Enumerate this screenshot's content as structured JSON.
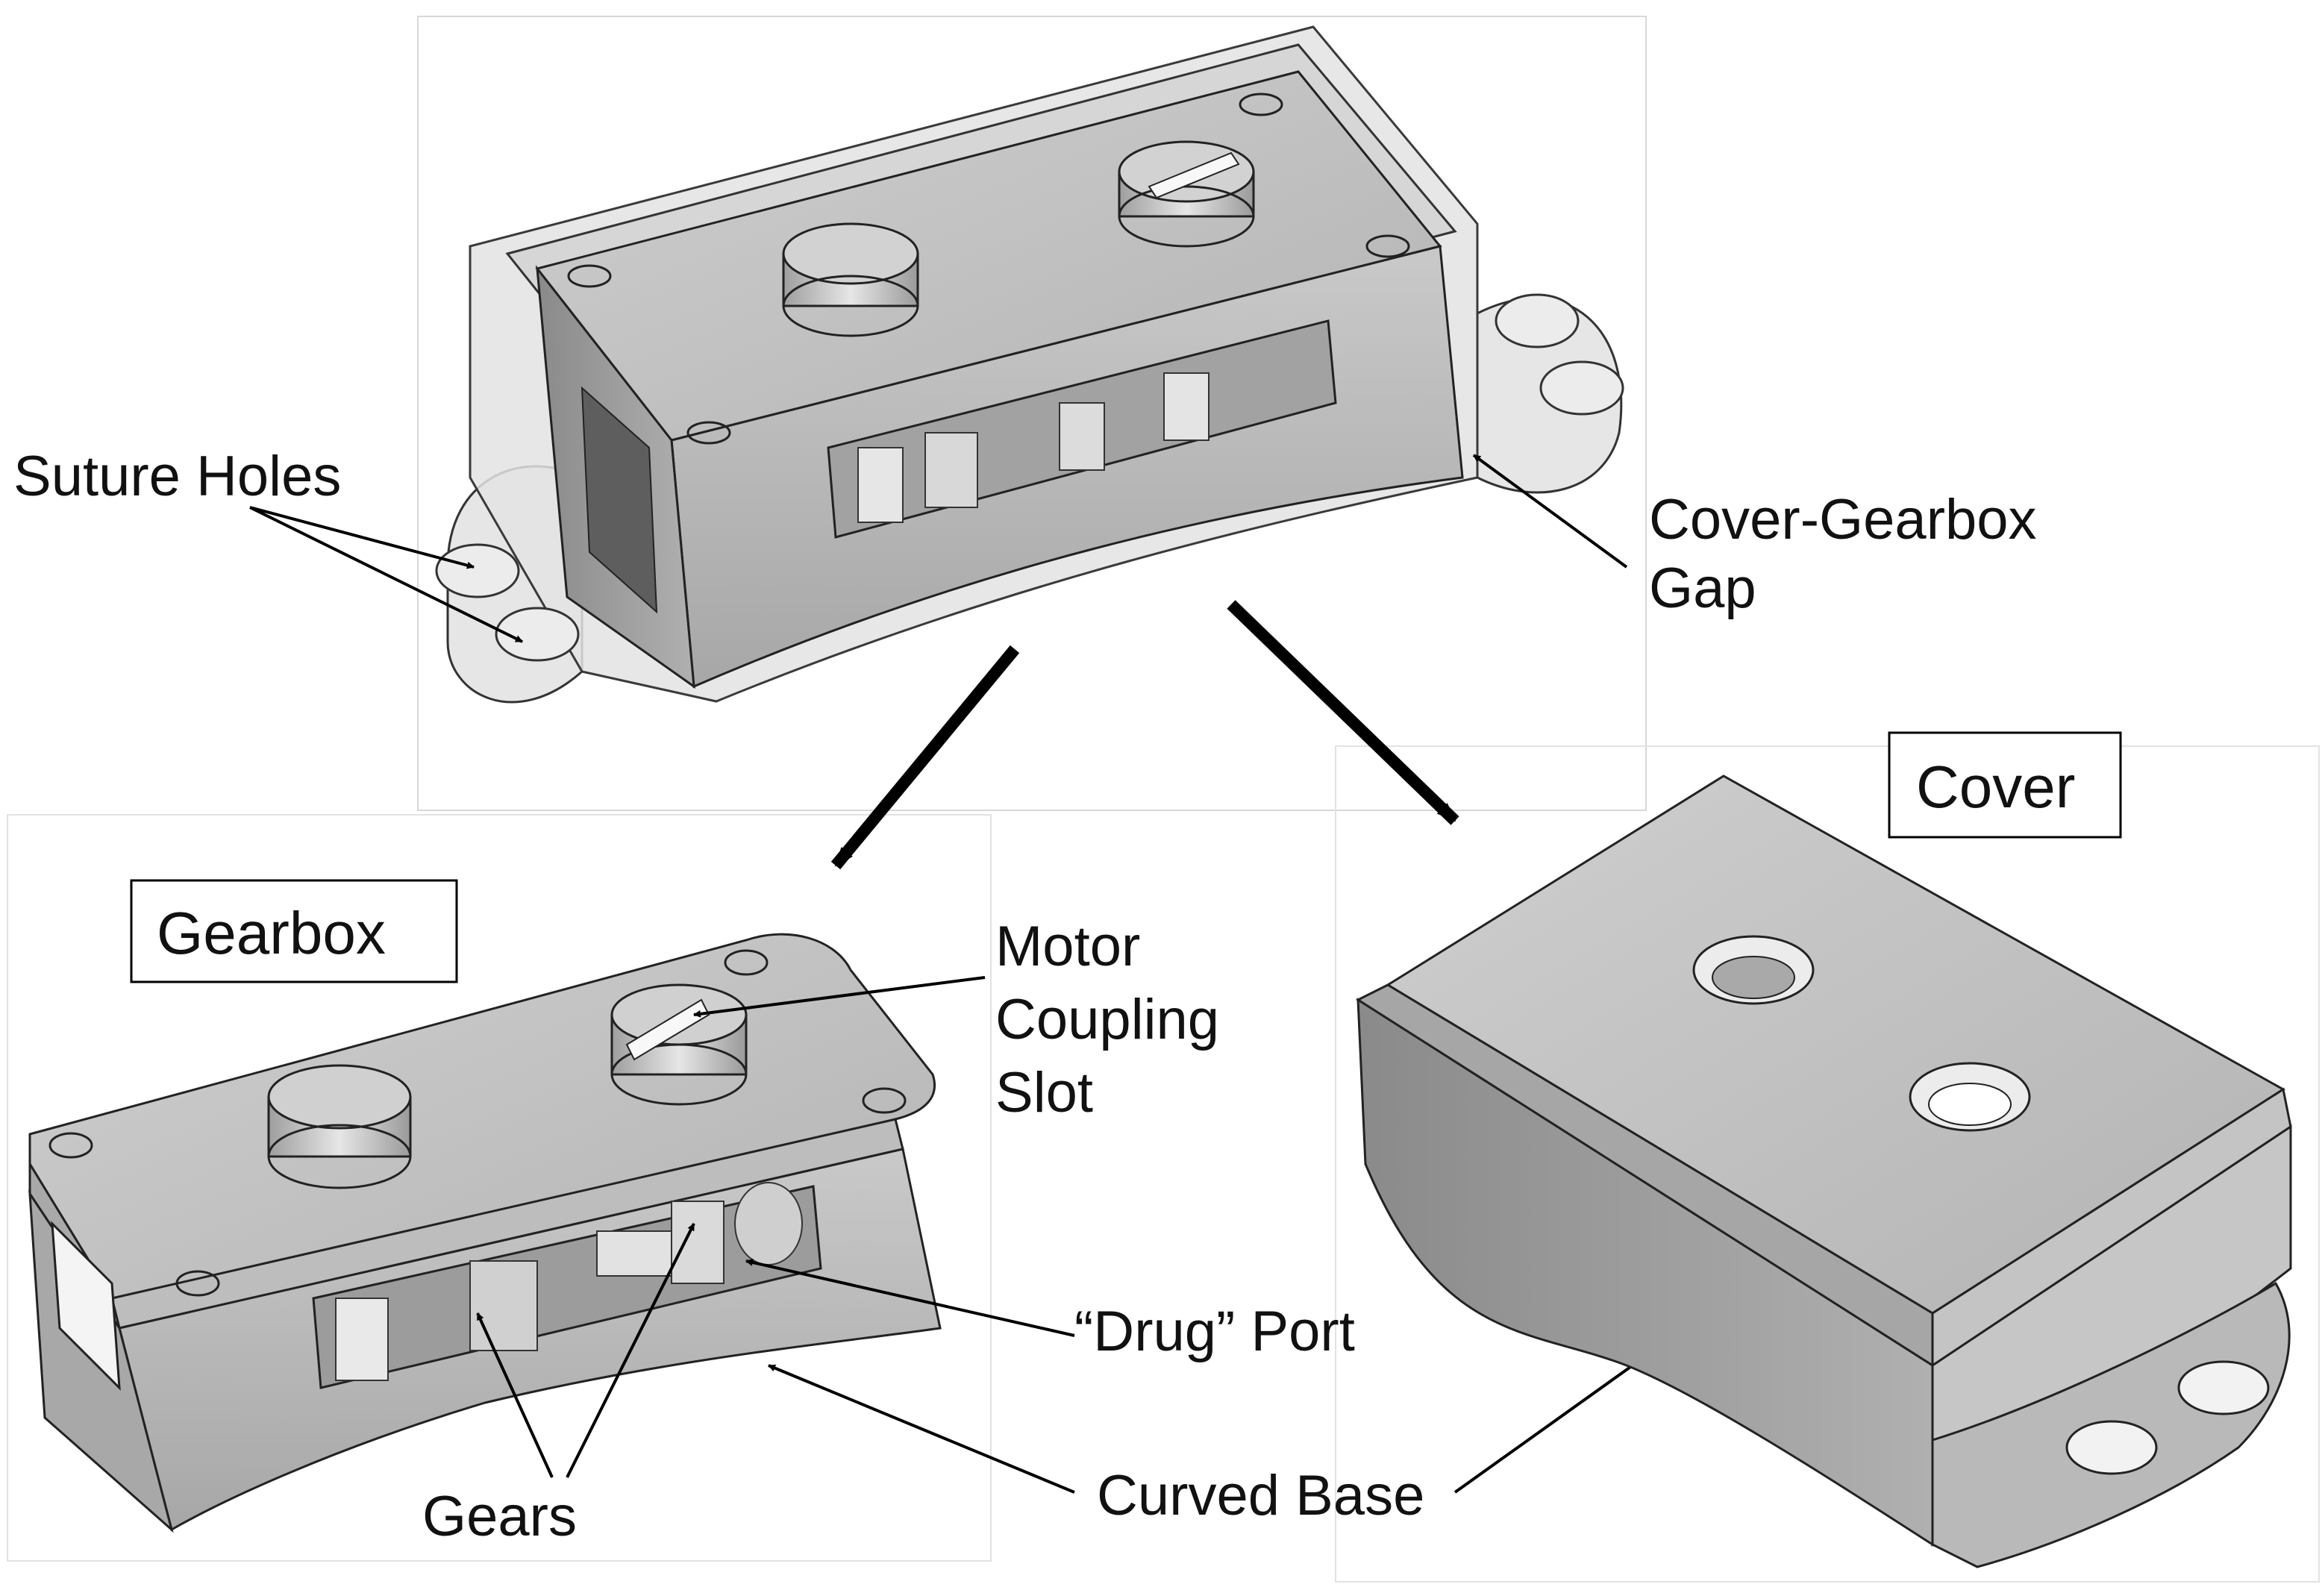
{
  "labels": {
    "suture_holes": "Suture Holes",
    "cover_gearbox_gap_line1": "Cover-Gearbox",
    "cover_gearbox_gap_line2": "Gap",
    "motor_coupling_line1": "Motor",
    "motor_coupling_line2": "Coupling",
    "motor_coupling_line3": "Slot",
    "drug_port": "“Drug” Port",
    "gears": "Gears",
    "curved_base": "Curved Base"
  },
  "boxed_titles": {
    "gearbox": "Gearbox",
    "cover": "Cover"
  },
  "colors": {
    "outline": "#1a1a1a",
    "face_light": "#d4d4d4",
    "face_mid": "#bcbcbc",
    "face_dark": "#8f8f8f",
    "transparent_shell": "#e0e0e0",
    "arrow": "#000000"
  }
}
